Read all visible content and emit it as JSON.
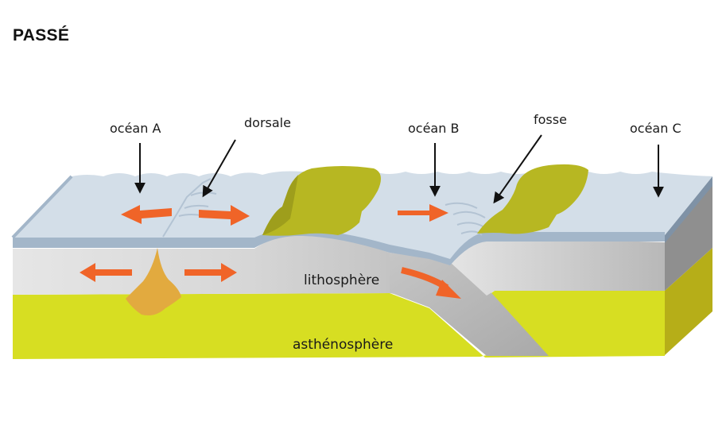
{
  "title": "PASSÉ",
  "labels": {
    "ocean_a": "océan A",
    "dorsale": "dorsale",
    "ocean_b": "océan B",
    "fosse": "fosse",
    "ocean_c": "océan C",
    "lithosphere": "lithosphère",
    "asthenosphere": "asthénosphère"
  },
  "colors": {
    "water_top": "#d3dee8",
    "water_edge": "#a3b6c9",
    "lithosphere": "#dcdcdc",
    "asthenosphere": "#d7de22",
    "continent": "#b7b722",
    "magma": "#e2aa3f",
    "arrow": "#f06428"
  }
}
